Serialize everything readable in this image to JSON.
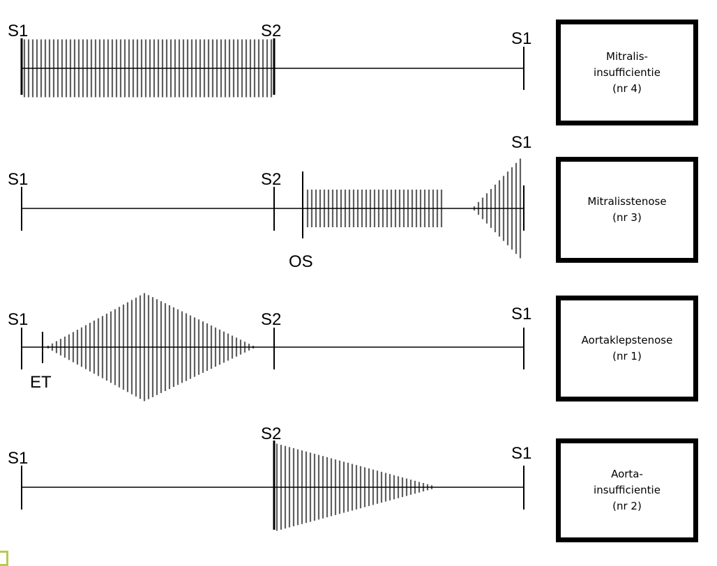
{
  "rows": [
    {
      "labels": [
        {
          "id": "s1-start",
          "text": "S1"
        },
        {
          "id": "s2",
          "text": "S2"
        },
        {
          "id": "s1-end",
          "text": "S1"
        }
      ],
      "box_text": "Mitralis-\ninsufficientie\n(nr 4)"
    },
    {
      "labels": [
        {
          "id": "s1-start",
          "text": "S1"
        },
        {
          "id": "s2",
          "text": "S2"
        },
        {
          "id": "os",
          "text": "OS"
        },
        {
          "id": "s1-end",
          "text": "S1"
        }
      ],
      "box_text": "Mitralisstenose\n(nr 3)"
    },
    {
      "labels": [
        {
          "id": "s1-start",
          "text": "S1"
        },
        {
          "id": "et",
          "text": "ET"
        },
        {
          "id": "s2",
          "text": "S2"
        },
        {
          "id": "s1-end",
          "text": "S1"
        }
      ],
      "box_text": "Aortaklepstenose\n(nr 1)"
    },
    {
      "labels": [
        {
          "id": "s1-start",
          "text": "S1"
        },
        {
          "id": "s2",
          "text": "S2"
        },
        {
          "id": "s1-end",
          "text": "S1"
        }
      ],
      "box_text": "Aorta-\ninsufficientie\n(nr 2)"
    }
  ],
  "colors": {
    "line": "#000000",
    "murmur": "#5f5f5f",
    "corner_mark": "#b5cc4e"
  }
}
